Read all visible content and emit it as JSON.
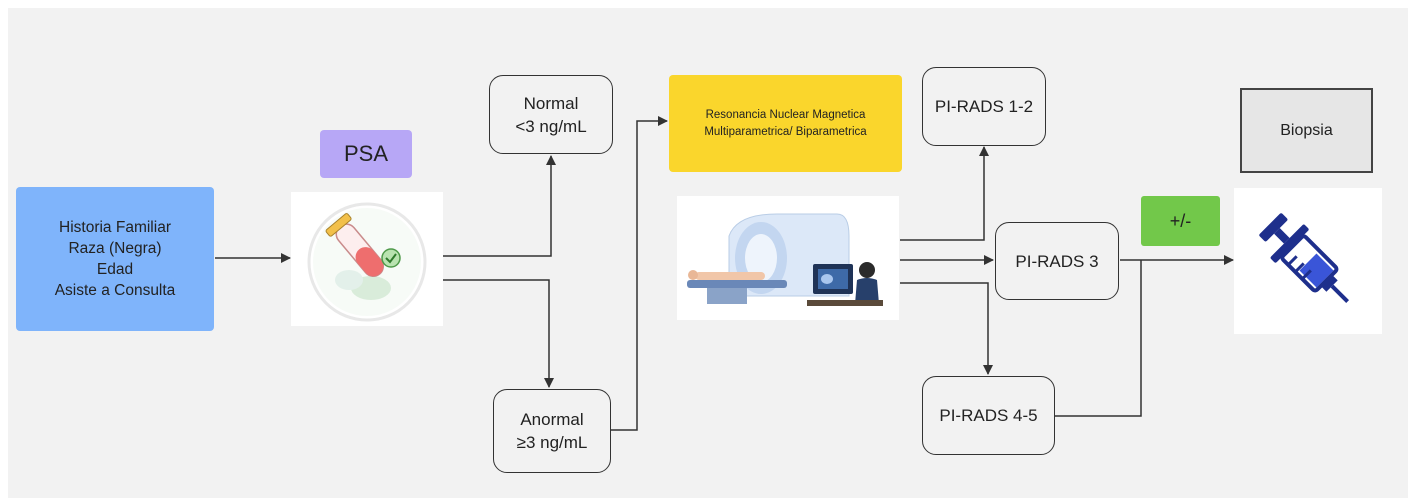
{
  "nodes": {
    "history": "Historia Familiar\nRaza (Negra)\nEdad\nAsiste a Consulta",
    "psa": "PSA",
    "normal": "Normal\n<3 ng/mL",
    "anormal": "Anormal\n≥3 ng/mL",
    "rnm": "Resonancia Nuclear Magnetica\nMultiparametrica/ Biparametrica",
    "pirads12": "PI-RADS 1-2",
    "pirads3": "PI-RADS 3",
    "pirads45": "PI-RADS 4-5",
    "plusminus": "+/-",
    "biopsia": "Biopsia"
  },
  "icons": {
    "psa_image": "test-tube-with-blood-sample-icon",
    "mri_image": "mri-scanner-with-patient-and-technician-icon",
    "biopsy_image": "syringe-icon"
  },
  "colors": {
    "history": "#7fb4fb",
    "psa": "#b7a7f6",
    "rnm": "#fad62c",
    "plusminus": "#72c84a",
    "biopsia": "#e6e6e6"
  }
}
